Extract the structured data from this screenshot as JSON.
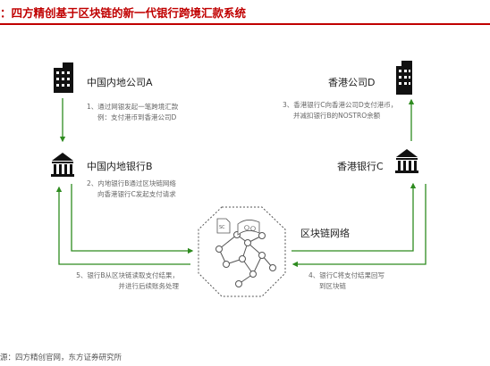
{
  "title": "：四方精创基于区块链的新一代银行跨境汇款系统",
  "nodes": {
    "company_a": "中国内地公司A",
    "bank_b": "中国内地银行B",
    "company_d": "香港公司D",
    "bank_c": "香港银行C",
    "blockchain": "区块链网络"
  },
  "steps": {
    "step1": [
      "1、通过网银发起一笔跨境汇款",
      "例：支付港币到香港公司D"
    ],
    "step2": [
      "2、内地银行B通过区块链网络",
      "向香港银行C发起支付请求"
    ],
    "step3": [
      "3、香港银行C向香港公司D支付港币，",
      "并减扣银行B的NOSTRO余额"
    ],
    "step4": [
      "4、银行C将支付结果回写",
      "到区块链"
    ],
    "step5": [
      "5、银行B从区块链读取支付结果，",
      "并进行后续账务处理"
    ]
  },
  "badges": {
    "sc_label": "SC"
  },
  "source": "源：四方精创官网，东方证券研究所",
  "colors": {
    "accent": "#c00000",
    "arrow": "#2e8b1f",
    "icon": "#111111",
    "network": "#444444"
  }
}
